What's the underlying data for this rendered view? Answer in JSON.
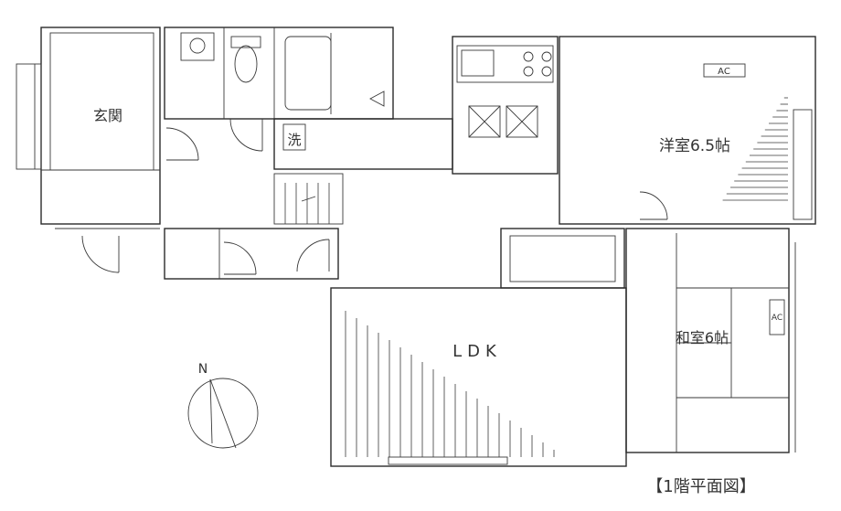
{
  "rooms": {
    "entrance": "玄関",
    "washroom_mark": "洗",
    "western_room": "洋室6.5帖",
    "japanese_room": "和室6帖",
    "ldk": "LDK"
  },
  "ac_labels": {
    "western": "AC",
    "japanese": "AC"
  },
  "compass_label": "N",
  "caption": "【1階平面図】"
}
